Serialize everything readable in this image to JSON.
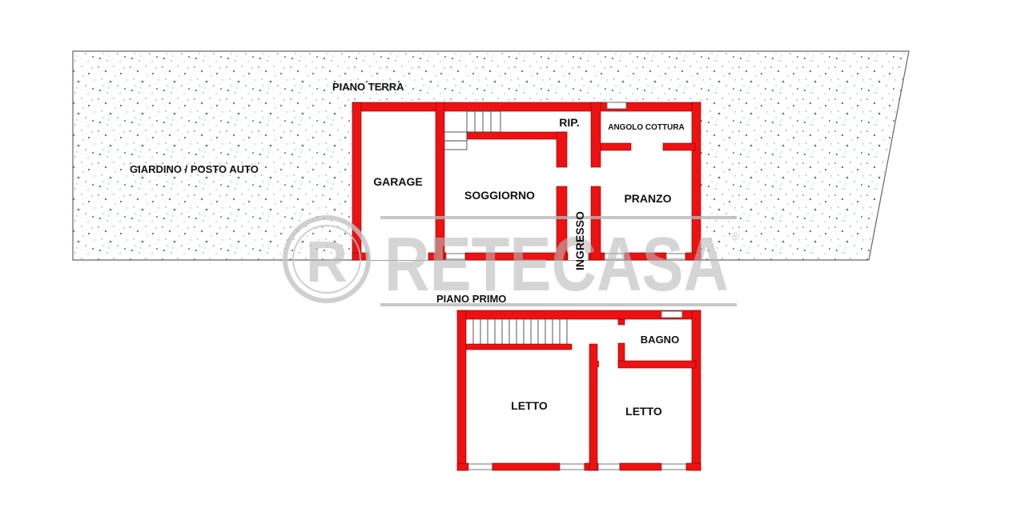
{
  "ground_floor": {
    "title": "PIANO TERRA",
    "garden_label": "GIARDINO / POSTO AUTO",
    "rooms": [
      {
        "id": "garage",
        "label": "GARAGE"
      },
      {
        "id": "soggiorno",
        "label": "SOGGIORNO"
      },
      {
        "id": "ripostiglio",
        "label": "RIP."
      },
      {
        "id": "angolo-cottura",
        "label": "ANGOLO COTTURA"
      },
      {
        "id": "pranzo",
        "label": "PRANZO"
      },
      {
        "id": "ingresso",
        "label": "INGRESSO"
      }
    ]
  },
  "first_floor": {
    "title": "PIANO PRIMO",
    "rooms": [
      {
        "id": "bagno",
        "label": "BAGNO"
      },
      {
        "id": "letto-1",
        "label": "LETTO"
      },
      {
        "id": "letto-2",
        "label": "LETTO"
      }
    ]
  },
  "watermark": {
    "brand": "RETECASA",
    "registered_mark": "®"
  },
  "colors": {
    "wall": "#ee1111",
    "garden_speckle": "#2e8b6a",
    "watermark": "#b8b8b8"
  }
}
